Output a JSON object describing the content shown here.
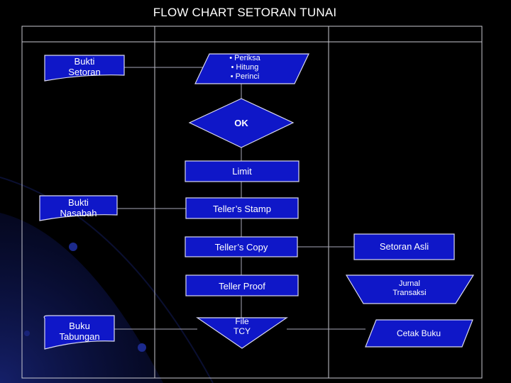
{
  "title": "FLOW CHART SETORAN TUNAI",
  "colors": {
    "background": "#000000",
    "box_fill": "#0f17c8",
    "box_stroke": "#d8d8f0",
    "line": "#a8a8b8",
    "accent_blue": "#1c2a8c"
  },
  "nodes": {
    "bukti_setoran": "Bukti\nSetoran",
    "periksa": "• Periksa\n• Hitung\n• Perinci",
    "ok": "OK",
    "limit": "Limit",
    "bukti_nasabah": "Bukti\nNasabah",
    "tellers_stamp": "Teller’s Stamp",
    "tellers_copy": "Teller’s Copy",
    "setoran_asli": "Setoran Asli",
    "teller_proof": "Teller Proof",
    "jurnal_transaksi": "Jurnal\nTransaksi",
    "buku_tabungan": "Buku\nTabungan",
    "file_tcy": "File\nTCY",
    "cetak_buku": "Cetak Buku"
  }
}
